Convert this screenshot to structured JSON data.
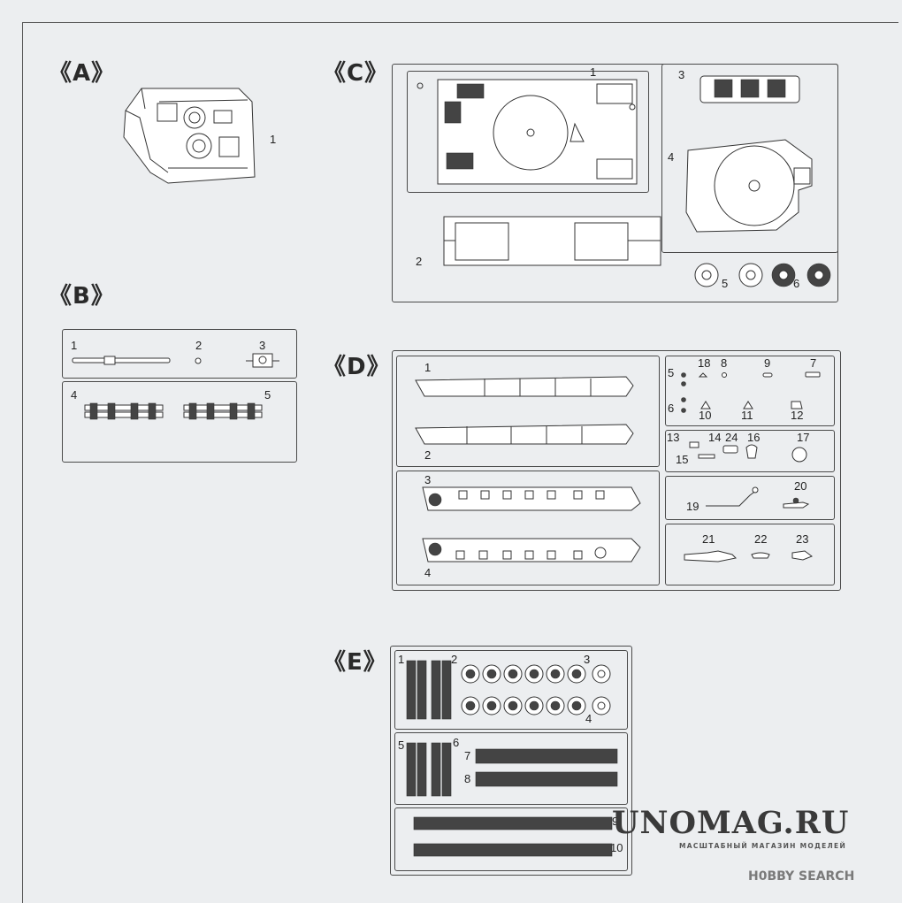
{
  "sections": {
    "A": {
      "label": "《A》",
      "parts": [
        "1"
      ]
    },
    "B": {
      "label": "《B》",
      "parts": [
        "1",
        "2",
        "3",
        "4",
        "5"
      ]
    },
    "C": {
      "label": "《C》",
      "parts": [
        "1",
        "2",
        "3",
        "4",
        "5",
        "6"
      ]
    },
    "D": {
      "label": "《D》",
      "parts": [
        "1",
        "2",
        "3",
        "4",
        "5",
        "18",
        "8",
        "9",
        "7",
        "6",
        "10",
        "11",
        "12",
        "13",
        "14",
        "24",
        "16",
        "17",
        "15",
        "20",
        "19",
        "21",
        "22",
        "23"
      ]
    },
    "E": {
      "label": "《E》",
      "parts": [
        "1",
        "2",
        "3",
        "4",
        "5",
        "6",
        "7",
        "8",
        "9",
        "10"
      ]
    }
  },
  "watermark": {
    "main": "UNOMAG.RU",
    "sub": "МАСШТАБНЫЙ МАГАЗИН МОДЕЛЕЙ"
  },
  "logo": {
    "text": "H0BBY SEARCH"
  }
}
